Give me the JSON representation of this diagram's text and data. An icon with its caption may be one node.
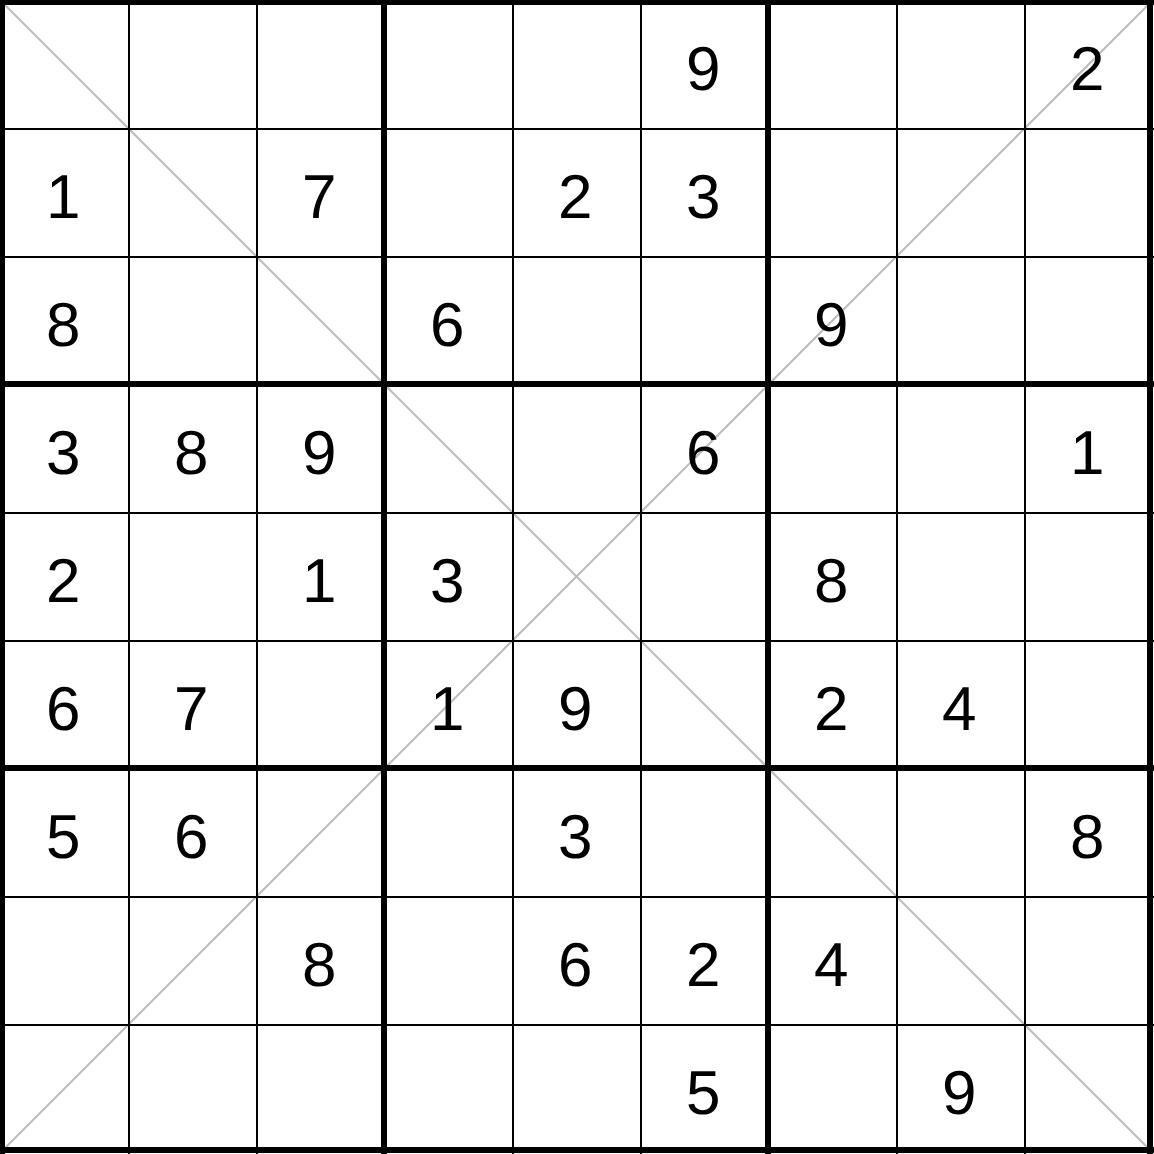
{
  "diagram": {
    "labels": [
      "9",
      "2",
      "1",
      "7",
      "2",
      "3",
      "8",
      "6",
      "9",
      "3",
      "8",
      "9",
      "6",
      "1",
      "2",
      "1",
      "3",
      "8",
      "6",
      "7",
      "1",
      "9",
      "2",
      "4",
      "5",
      "6",
      "3",
      "8",
      "8",
      "6",
      "2",
      "4",
      "5",
      "9"
    ]
  }
}
